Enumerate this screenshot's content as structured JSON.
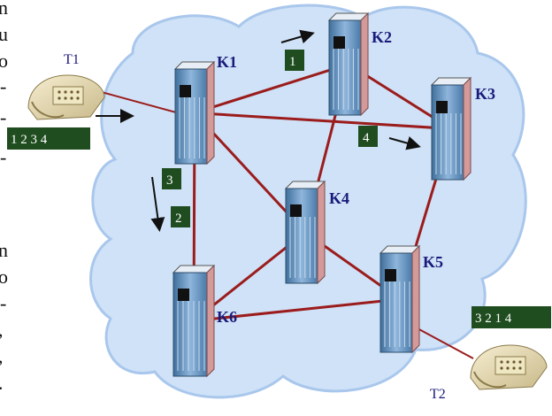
{
  "switches": [
    {
      "id": "K1",
      "label": "K1"
    },
    {
      "id": "K2",
      "label": "K2"
    },
    {
      "id": "K3",
      "label": "K3"
    },
    {
      "id": "K4",
      "label": "K4"
    },
    {
      "id": "K5",
      "label": "K5"
    },
    {
      "id": "K6",
      "label": "K6"
    }
  ],
  "links": [
    [
      "K1",
      "K2"
    ],
    [
      "K1",
      "K3"
    ],
    [
      "K1",
      "K4"
    ],
    [
      "K1",
      "K6"
    ],
    [
      "K2",
      "K3"
    ],
    [
      "K2",
      "K4"
    ],
    [
      "K3",
      "K5"
    ],
    [
      "K4",
      "K6"
    ],
    [
      "K4",
      "K5"
    ],
    [
      "K6",
      "K5"
    ]
  ],
  "terminals": [
    {
      "id": "T1",
      "label": "T1",
      "packet": "1 2 3 4"
    },
    {
      "id": "T2",
      "label": "T2",
      "packet": "3 2 1 4"
    }
  ],
  "packets_in_transit": [
    {
      "id": "p1",
      "value": "1"
    },
    {
      "id": "p4",
      "value": "4"
    },
    {
      "id": "p3",
      "value": "3"
    },
    {
      "id": "p2",
      "value": "2"
    }
  ],
  "left_edge_text": [
    "n",
    "u",
    "o",
    "-",
    "-",
    "-",
    "n",
    "o",
    "-",
    ",",
    ",",
    "."
  ],
  "colors": {
    "link": "#9b1c1c",
    "cloud": "#cfe2f7",
    "cloud_outline": "#a9c7ec",
    "switch_body": "#5b8dbb",
    "packet_bg": "#1f4d1f",
    "label": "#1a1a7a"
  }
}
